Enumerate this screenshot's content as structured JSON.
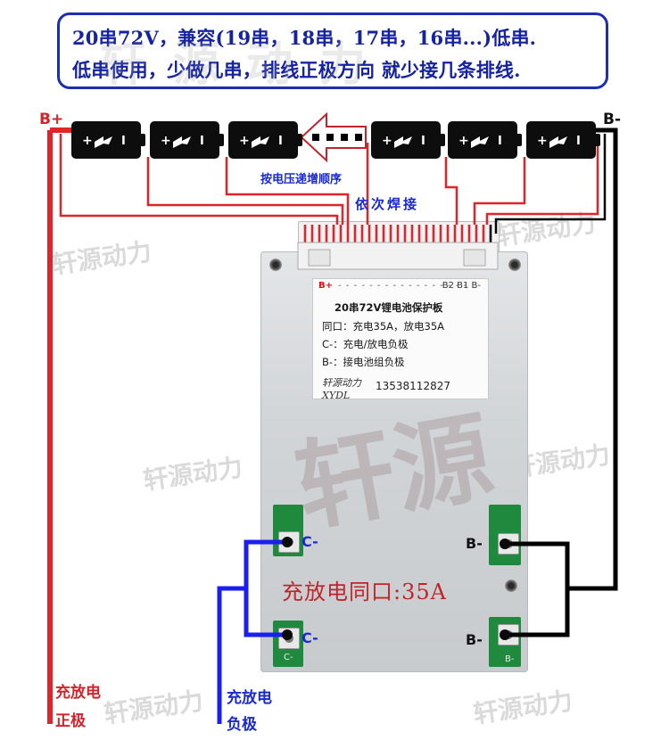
{
  "note": {
    "line1": "20串72V，兼容(19串，18串，17串，16串...)低串.",
    "line2": "低串使用，少做几串，排线正极方向 就少接几条排线."
  },
  "terminals": {
    "b_plus": "B+",
    "b_minus": "B-"
  },
  "cell_symbol": {
    "plus": "+",
    "minus": "I"
  },
  "labels": {
    "order": "按电压递增顺序",
    "weld": "依次焊接",
    "pos_line1": "充放电",
    "pos_line2": "正极",
    "neg_line1": "充放电",
    "neg_line2": "负极",
    "c_minus": "C-",
    "b_minus": "B-"
  },
  "board_card": {
    "bplus": "B+",
    "dots": "- - - - - - - - - - - - - - - - -",
    "bminus": "B2 B1 B-",
    "title": "20串72V锂电池保护板",
    "spec": "同口：充电35A，放电35A",
    "cminus": "C-：充电/放电负极",
    "bminus_desc": "B-：接电池组负极",
    "logo": "轩源动力",
    "logo_abbr": "XYDL",
    "phone": "13538112827"
  },
  "board_text": {
    "port": "充放电同口:35A",
    "pad_c": "C-",
    "pad_b": "B-"
  },
  "watermark": {
    "small": "轩源动力",
    "big": "轩源"
  },
  "colors": {
    "positive_wire": "#e0242a",
    "negative_wire": "#1a1ff0",
    "ground_wire": "#000000",
    "note_border": "#1c2fb0",
    "note_text": "#1523a3",
    "label_blue": "#1a2ad0",
    "label_red": "#d4232a"
  }
}
